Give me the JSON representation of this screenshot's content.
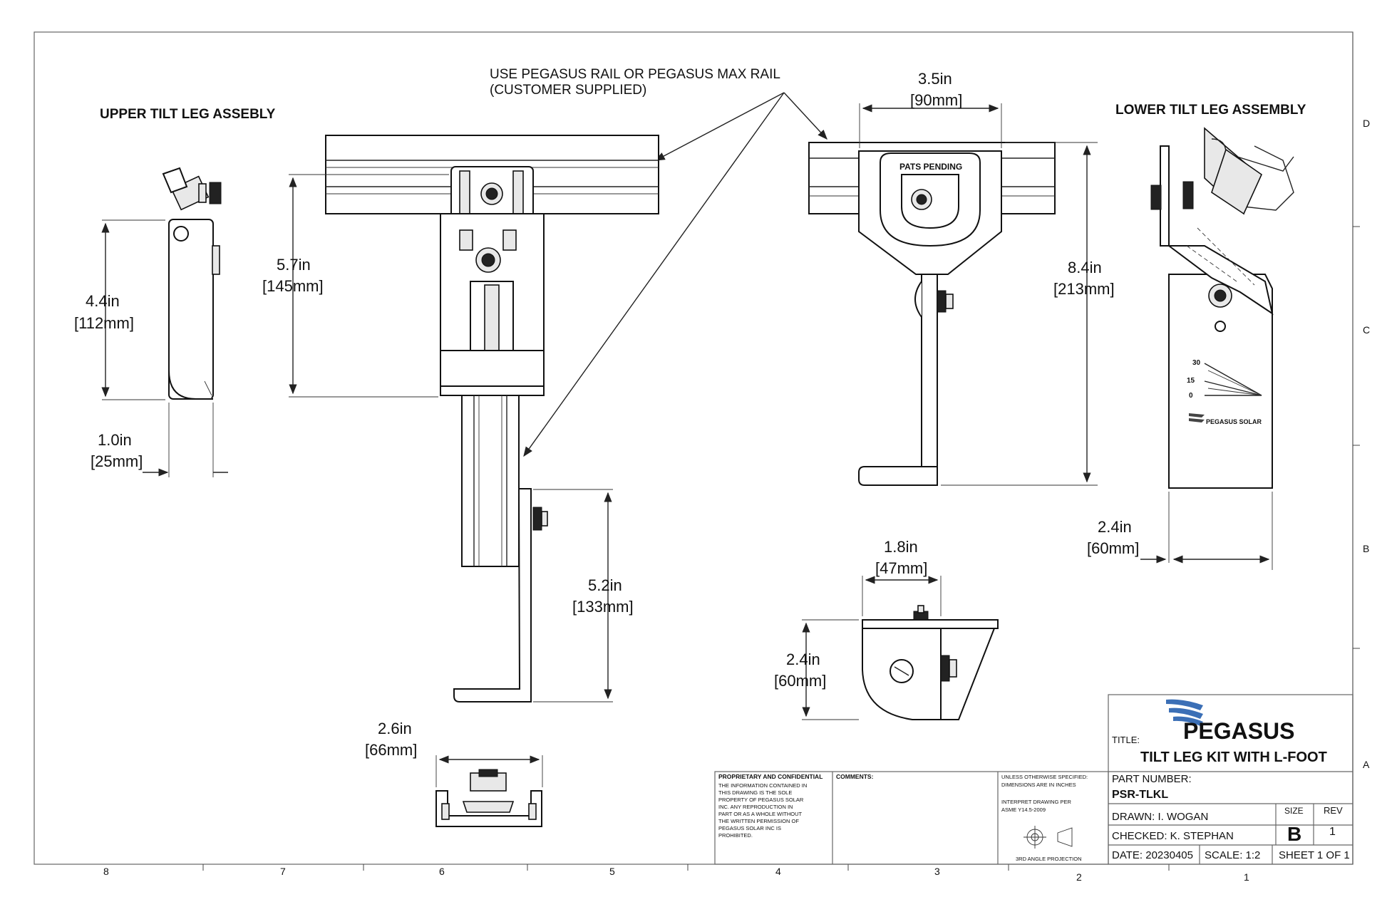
{
  "views": {
    "upper_title": "UPPER TILT LEG ASSEBLY",
    "lower_title": "LOWER TILT LEG ASSEMBLY",
    "rail_note_line1": "USE PEGASUS RAIL OR PEGASUS MAX RAIL",
    "rail_note_line2": "(CUSTOMER SUPPLIED)",
    "pats_pending": "PATS PENDING",
    "angle_marks": [
      "30",
      "15",
      "0"
    ],
    "logo_text": "PEGASUS SOLAR"
  },
  "dimensions": {
    "upper_height_in": "4.4in",
    "upper_height_mm": "[112mm]",
    "upper_width_in": "1.0in",
    "upper_width_mm": "[25mm]",
    "center_height_in": "5.7in",
    "center_height_mm": "[145mm]",
    "foot_height_in": "5.2in",
    "foot_height_mm": "[133mm]",
    "bottom_width_in": "2.6in",
    "bottom_width_mm": "[66mm]",
    "top_width_in": "3.5in",
    "top_width_mm": "[90mm]",
    "lower_height_in": "8.4in",
    "lower_height_mm": "[213mm]",
    "lfoot_width_in": "1.8in",
    "lfoot_width_mm": "[47mm]",
    "lfoot_height_in": "2.4in",
    "lfoot_height_mm": "[60mm]",
    "lower_width_in": "2.4in",
    "lower_width_mm": "[60mm]"
  },
  "border": {
    "columns": [
      "8",
      "7",
      "6",
      "5",
      "4",
      "3",
      "2",
      "1"
    ],
    "rows": [
      "D",
      "C",
      "B",
      "A"
    ]
  },
  "title_block": {
    "company": "PEGASUS",
    "title_label": "TITLE:",
    "title": "TILT LEG KIT WITH L-FOOT",
    "part_number_label": "PART NUMBER:",
    "part_number": "PSR-TLKL",
    "drawn": "DRAWN: I. WOGAN",
    "checked": "CHECKED: K. STEPHAN",
    "date": "DATE: 20230405",
    "scale": "SCALE: 1:2",
    "sheet": "SHEET 1 OF 1",
    "size_label": "SIZE",
    "size": "B",
    "rev_label": "REV",
    "rev": "1",
    "proprietary_heading": "PROPRIETARY AND CONFIDENTIAL",
    "proprietary_lines": [
      "THE INFORMATION CONTAINED IN",
      "THIS DRAWING IS THE SOLE",
      "PROPERTY OF PEGASUS SOLAR",
      "INC. ANY REPRODUCTION IN",
      "PART OR AS A WHOLE WITHOUT",
      "THE WRITTEN PERMISSION OF",
      "PEGASUS SOLAR INC IS",
      "PROHIBITED."
    ],
    "comments_label": "COMMENTS:",
    "spec_lines": [
      "UNLESS OTHERWISE SPECIFIED:",
      "DIMENSIONS ARE IN INCHES"
    ],
    "interpret_lines": [
      "INTERPRET DRAWING PER",
      "ASME Y14.5-2009"
    ],
    "projection": "3RD ANGLE PROJECTION"
  },
  "colors": {
    "logo_blue": "#3b6fb6",
    "logo_gray": "#4d4d4d",
    "line": "#222222"
  }
}
